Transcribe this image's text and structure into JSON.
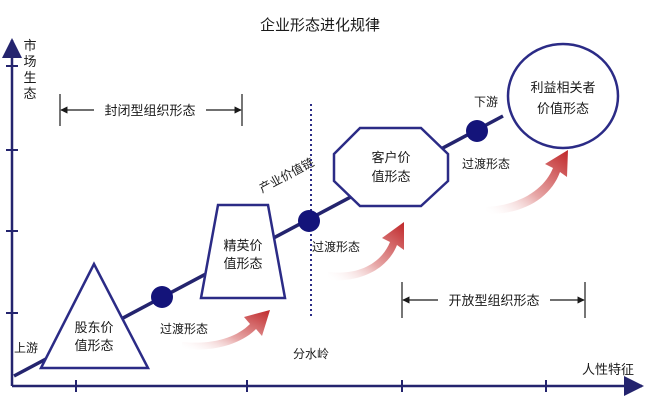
{
  "title": "企业形态进化规律",
  "axes": {
    "y_label_chars": [
      "市",
      "场",
      "生",
      "态"
    ],
    "x_label": "人性特征"
  },
  "chain": {
    "start_label": "上游",
    "end_label": "下游",
    "name": "产业价值链"
  },
  "ranges": {
    "closed": "封闭型组织形态",
    "open": "开放型组织形态"
  },
  "watershed": "分水岭",
  "stages": {
    "shareholder": [
      "股东价",
      "值形态"
    ],
    "elite": [
      "精英价",
      "值形态"
    ],
    "customer": [
      "客户价",
      "值形态"
    ],
    "stakeholder": [
      "利益相关者",
      "价值形态"
    ]
  },
  "transitions": {
    "t1": "过渡形态",
    "t2": "过渡形态",
    "t3": "过渡形态"
  },
  "colors": {
    "navy": "#24246e",
    "shape_stroke": "#2b2b86",
    "node_fill": "#14147a",
    "arrow_red": "#c0282a",
    "text": "#1a1a1a"
  }
}
